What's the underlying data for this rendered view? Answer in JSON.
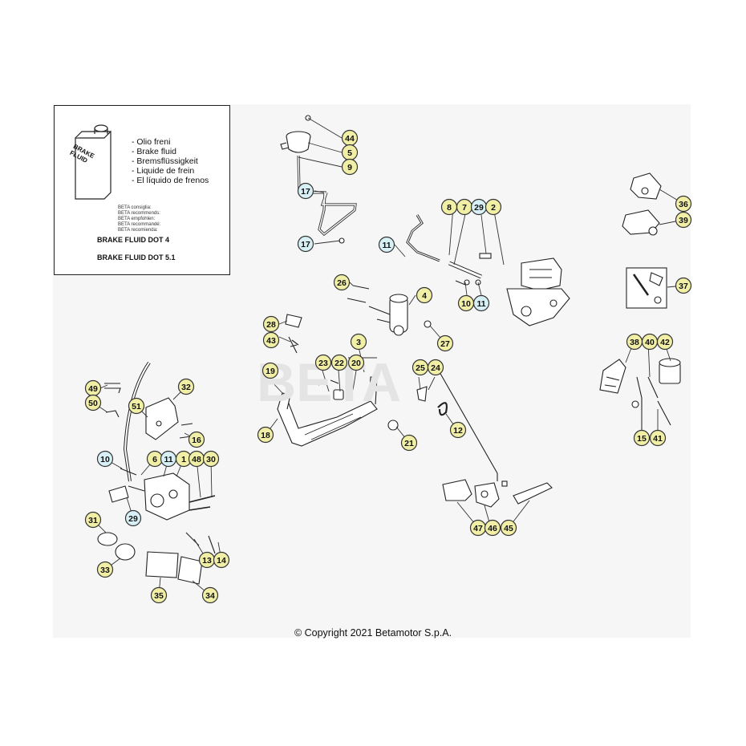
{
  "inset": {
    "can_label": [
      "BRAKE",
      "FLUID"
    ],
    "fluid_names": [
      "- Olio freni",
      "- Brake fluid",
      "- Bremsflüssigkeit",
      "- Liquide de frein",
      "- El líquido de frenos"
    ],
    "recommendations": [
      "BETA consiglia:",
      "BETA recommends:",
      "BETA empfohlen:",
      "BETA recommandé:",
      "BETA recomienda:"
    ],
    "spec_1": "BRAKE FLUID DOT 4",
    "spec_2": "BRAKE FLUID DOT 5.1"
  },
  "colors": {
    "part_callout": "#f1efa6",
    "fastener_callout": "#d7f0f6"
  },
  "callouts": [
    {
      "label": "44",
      "kind": "part"
    },
    {
      "label": "5",
      "kind": "part"
    },
    {
      "label": "9",
      "kind": "part"
    },
    {
      "label": "17",
      "kind": "fastener"
    },
    {
      "label": "17",
      "kind": "fastener"
    },
    {
      "label": "8",
      "kind": "part"
    },
    {
      "label": "7",
      "kind": "part"
    },
    {
      "label": "29",
      "kind": "fastener"
    },
    {
      "label": "2",
      "kind": "part"
    },
    {
      "label": "11",
      "kind": "fastener"
    },
    {
      "label": "26",
      "kind": "part"
    },
    {
      "label": "4",
      "kind": "part"
    },
    {
      "label": "10",
      "kind": "part"
    },
    {
      "label": "11",
      "kind": "fastener"
    },
    {
      "label": "28",
      "kind": "part"
    },
    {
      "label": "43",
      "kind": "part"
    },
    {
      "label": "27",
      "kind": "part"
    },
    {
      "label": "3",
      "kind": "part"
    },
    {
      "label": "23",
      "kind": "part"
    },
    {
      "label": "22",
      "kind": "part"
    },
    {
      "label": "20",
      "kind": "part"
    },
    {
      "label": "25",
      "kind": "part"
    },
    {
      "label": "24",
      "kind": "part"
    },
    {
      "label": "19",
      "kind": "part"
    },
    {
      "label": "18",
      "kind": "part"
    },
    {
      "label": "21",
      "kind": "part"
    },
    {
      "label": "12",
      "kind": "part"
    },
    {
      "label": "36",
      "kind": "part"
    },
    {
      "label": "39",
      "kind": "part"
    },
    {
      "label": "37",
      "kind": "part"
    },
    {
      "label": "38",
      "kind": "part"
    },
    {
      "label": "40",
      "kind": "part"
    },
    {
      "label": "42",
      "kind": "part"
    },
    {
      "label": "15",
      "kind": "part"
    },
    {
      "label": "41",
      "kind": "part"
    },
    {
      "label": "49",
      "kind": "part"
    },
    {
      "label": "50",
      "kind": "part"
    },
    {
      "label": "32",
      "kind": "part"
    },
    {
      "label": "51",
      "kind": "part"
    },
    {
      "label": "16",
      "kind": "part"
    },
    {
      "label": "10",
      "kind": "fastener"
    },
    {
      "label": "6",
      "kind": "part"
    },
    {
      "label": "11",
      "kind": "fastener"
    },
    {
      "label": "1",
      "kind": "part"
    },
    {
      "label": "48",
      "kind": "part"
    },
    {
      "label": "30",
      "kind": "part"
    },
    {
      "label": "29",
      "kind": "fastener"
    },
    {
      "label": "31",
      "kind": "part"
    },
    {
      "label": "33",
      "kind": "part"
    },
    {
      "label": "13",
      "kind": "part"
    },
    {
      "label": "14",
      "kind": "part"
    },
    {
      "label": "35",
      "kind": "part"
    },
    {
      "label": "34",
      "kind": "part"
    },
    {
      "label": "47",
      "kind": "part"
    },
    {
      "label": "46",
      "kind": "part"
    },
    {
      "label": "45",
      "kind": "part"
    }
  ],
  "footer": {
    "copyright": "© Copyright 2021 Betamotor S.p.A."
  }
}
